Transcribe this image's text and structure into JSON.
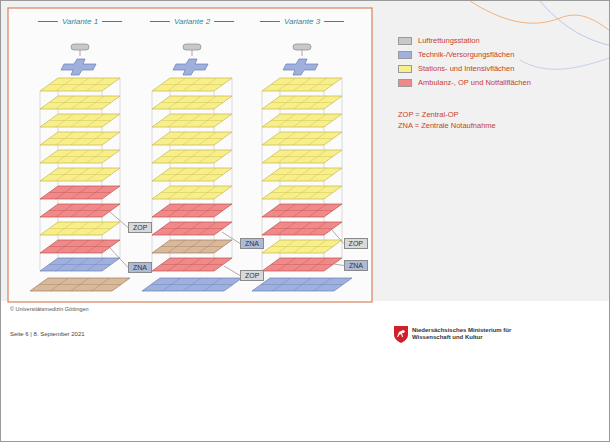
{
  "diagram": {
    "nodes": [
      {
        "text": [
          "ZOP"
        ]
      },
      {
        "text": [
          "ZNA"
        ]
      },
      {
        "text": [
          "ZNA"
        ]
      },
      {
        "text": [
          "ZOP"
        ]
      },
      {
        "text": [
          "ZOP"
        ]
      },
      {
        "text": [
          "ZNA"
        ]
      }
    ],
    "labels": [
      "Variante 1",
      "Variante 2",
      "Variante 3",
      "ZOP = Zentral-OP",
      "ZNA = Zentrale Notaufnahme",
      "© Universitätsmedizin Göttingen",
      "Seite 6 | 8. September 2021",
      "Niedersächsisches Ministerium für Wissenschaft und Kultur"
    ],
    "legend": [
      {
        "text": "Luftrettungsstation",
        "color": "#c8c8c8"
      },
      {
        "text": "Technik-/Versorgungsflächen",
        "color": "#9fb0dc"
      },
      {
        "text": "Stations- und Intensivflächen",
        "color": "#f7ee8c"
      },
      {
        "text": "Ambulanz-, OP und Notfallflächen",
        "color": "#f08a8a"
      }
    ]
  }
}
